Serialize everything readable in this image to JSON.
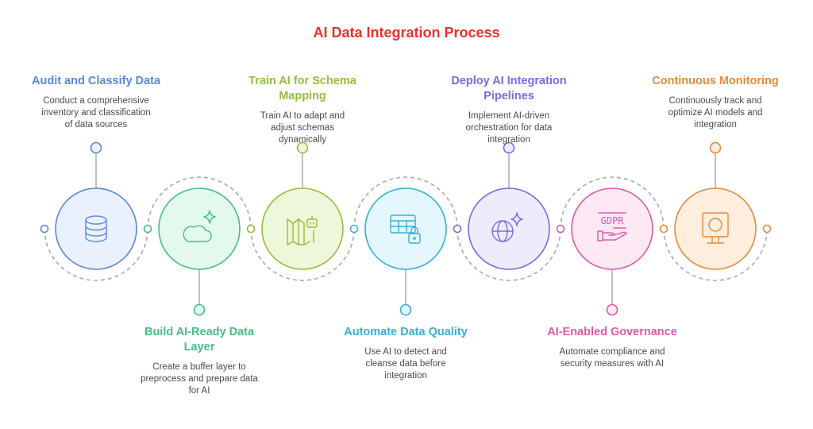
{
  "title": "AI Data Integration Process",
  "title_color": "#e8322a",
  "steps": [
    {
      "title": "Audit and Classify Data",
      "desc": "Conduct a comprehensive inventory and classification of data sources",
      "color": "#5b87d6",
      "fill": "#eaf1fc",
      "icon": "database-icon",
      "position": "top"
    },
    {
      "title": "Build AI-Ready Data Layer",
      "desc": "Create a buffer layer to preprocess and prepare data for AI",
      "color": "#45bf82",
      "fill": "#e4f9ee",
      "icon": "cloud-sparkle-icon",
      "position": "bottom"
    },
    {
      "title": "Train AI for Schema Mapping",
      "desc": "Train AI to adapt and adjust schemas dynamically",
      "color": "#95bd3c",
      "fill": "#eef7d9",
      "icon": "map-robot-icon",
      "position": "top"
    },
    {
      "title": "Automate Data Quality",
      "desc": "Use AI to detect and cleanse data before integration",
      "color": "#37b0d6",
      "fill": "#e3f7fd",
      "icon": "table-lock-icon",
      "position": "bottom"
    },
    {
      "title": "Deploy AI Integration Pipelines",
      "desc": "Implement AI-driven orchestration for data integration",
      "color": "#7a6ae0",
      "fill": "#eeecfc",
      "icon": "globe-sparkle-icon",
      "position": "top"
    },
    {
      "title": "AI-Enabled Governance",
      "desc": "Automate compliance and security measures with AI",
      "color": "#dd5aa6",
      "fill": "#fde8f4",
      "icon": "gdpr-hand-icon",
      "position": "bottom"
    },
    {
      "title": "Continuous Monitoring",
      "desc": "Continuously track and optimize AI models and integration",
      "color": "#e58a3a",
      "fill": "#fdeedd",
      "icon": "monitor-camera-icon",
      "position": "top"
    }
  ],
  "icon_text": {
    "gdpr": "GDPR"
  }
}
